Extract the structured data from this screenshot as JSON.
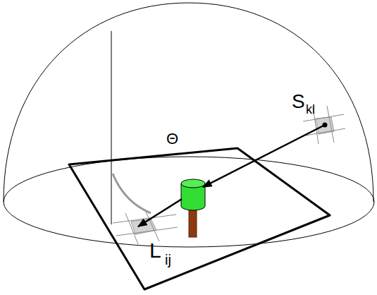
{
  "diagram": {
    "labels": [
      "Θ",
      "L",
      "ij",
      "S",
      "kl"
    ]
  }
}
